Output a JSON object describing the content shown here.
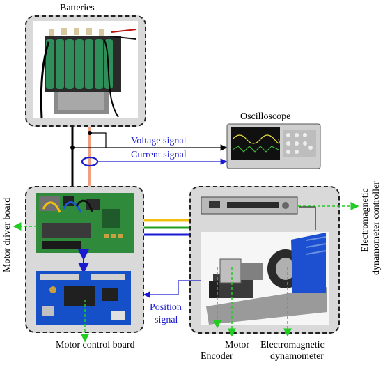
{
  "labels": {
    "batteries": "Batteries",
    "oscilloscope": "Oscilloscope",
    "voltage_signal": "Voltage signal",
    "current_signal": "Current signal",
    "motor_driver_board": "Motor driver board",
    "motor_control_board": "Motor control board",
    "position_signal_line1": "Position",
    "position_signal_line2": "signal",
    "em_controller_line1": "Electromagnetic",
    "em_controller_line2": "dynamometer controller",
    "encoder": "Encoder",
    "motor": "Motor",
    "em_dyn_line1": "Electromagnetic",
    "em_dyn_line2": "dynamometer"
  },
  "colors": {
    "voltage_wire": "#000000",
    "current_wire": "#1a1ad0",
    "power_wire_orange": "#f0a080",
    "bus_yellow": "#f0c010",
    "bus_green": "#20a020",
    "bus_blue": "#1a1ad0",
    "dashed_arrow": "#22cc22",
    "panel_bg": "#d9d9d9"
  }
}
